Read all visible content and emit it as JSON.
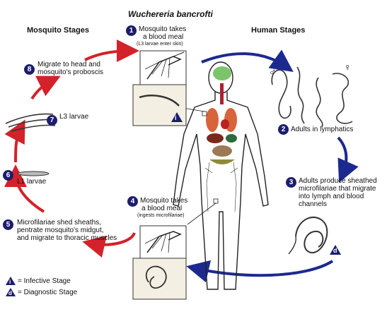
{
  "title": "Wuchereria bancrofti",
  "mosquito_stages_heading": "Mosquito Stages",
  "human_stages_heading": "Human Stages",
  "steps": [
    {
      "number": "1",
      "line1": "Mosquito takes",
      "line2": "a blood meal",
      "note": "(L3 larvae enter skin)"
    },
    {
      "number": "2",
      "line1": "Adults in lymphatics"
    },
    {
      "number": "3",
      "line1": "Adults produce sheathed",
      "line2": "microfilariae that migrate",
      "line3": "into lymph and blood",
      "line4": "channels"
    },
    {
      "number": "4",
      "line1": "Mosquito takes",
      "line2": "a blood meal",
      "note": "(ingests microfilariae)"
    },
    {
      "number": "5",
      "line1": "Microfilariae shed sheaths,",
      "line2": "pentrate mosquito's midgut,",
      "line3": "and migrate to thoracic muscles"
    },
    {
      "number": "6",
      "line1": "L1 larvae"
    },
    {
      "number": "7",
      "line1": "L3 larvae"
    },
    {
      "number": "8",
      "line1": "Migrate to head and",
      "line2": "mosquito's proboscis"
    }
  ],
  "gender_symbols": {
    "male": "♂",
    "female": "♀"
  },
  "badges": {
    "infective": "i",
    "diagnostic": "d"
  },
  "legend": {
    "infective_label": "= Infective Stage",
    "diagnostic_label": "= Diagnostic Stage"
  },
  "colors": {
    "step_circle": "#1d1d6e",
    "mosquito_arrows": "#d3222a",
    "human_arrows": "#1c2a8f",
    "lungs": "#d7643a",
    "liver": "#7a2a1c",
    "brain": "#7cc46a",
    "spleen": "#2d6b3d"
  }
}
